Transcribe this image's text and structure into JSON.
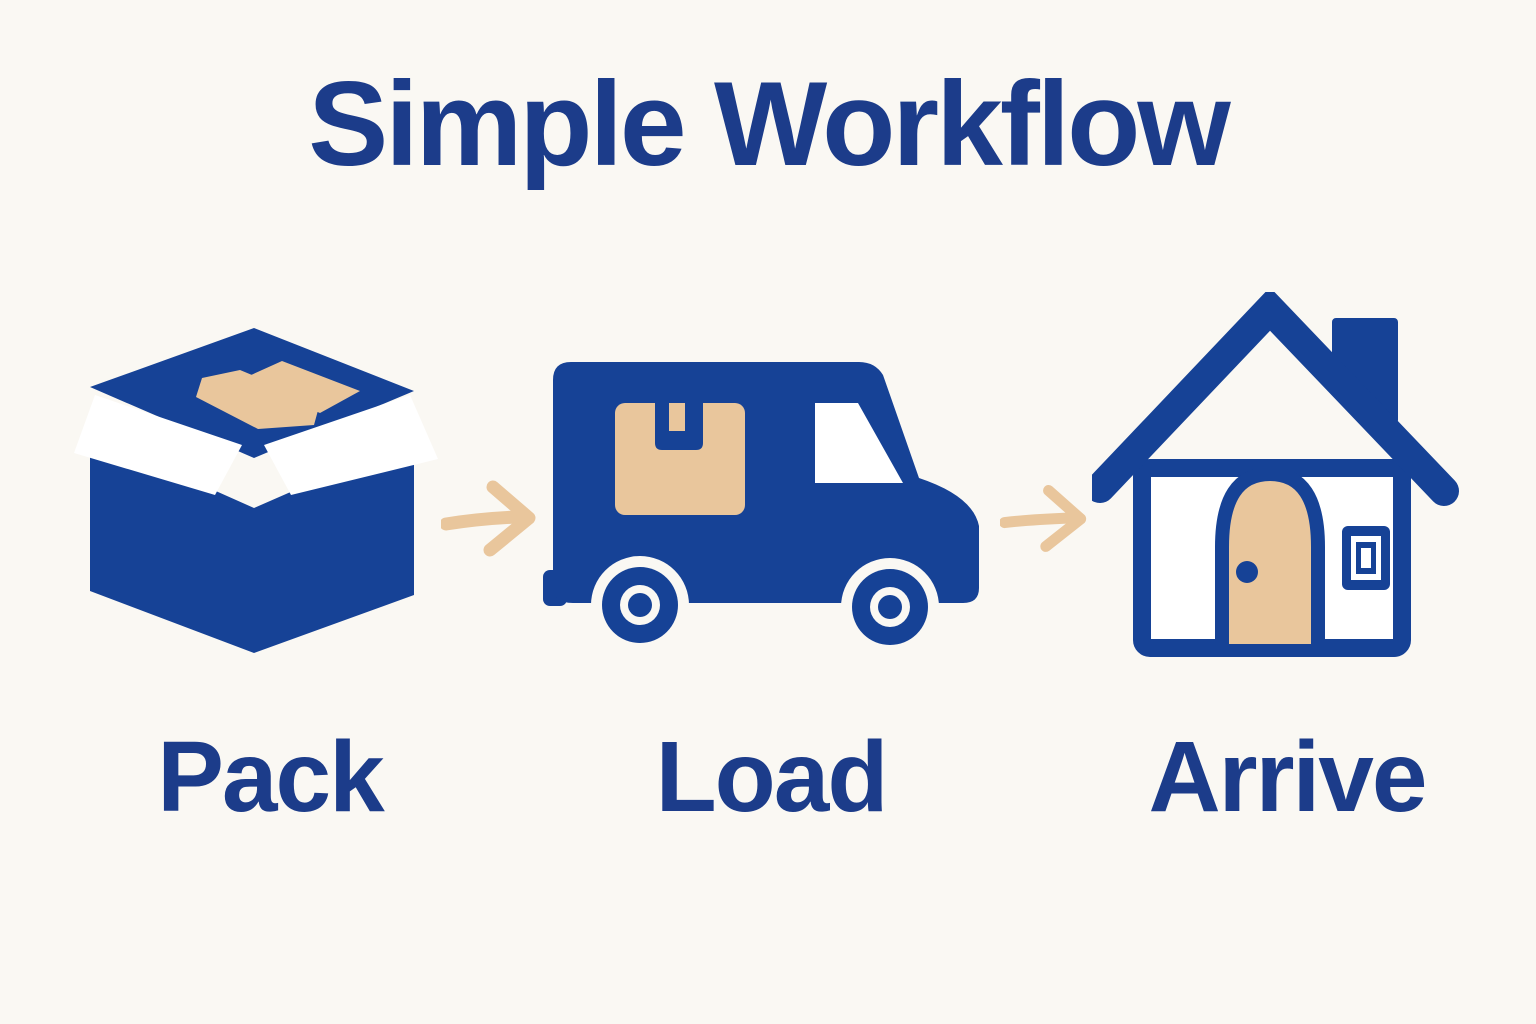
{
  "title": "Simple Workflow",
  "colors": {
    "blue": "#164296",
    "text_blue": "#1c3c8a",
    "tan": "#e9c69c",
    "background": "#faf8f3",
    "white": "#ffffff"
  },
  "steps": [
    {
      "label": "Pack",
      "icon": "open-box-icon"
    },
    {
      "label": "Load",
      "icon": "delivery-truck-icon"
    },
    {
      "label": "Arrive",
      "icon": "house-icon"
    }
  ],
  "connectors": [
    {
      "icon": "arrow-right-icon"
    },
    {
      "icon": "arrow-right-icon"
    }
  ]
}
